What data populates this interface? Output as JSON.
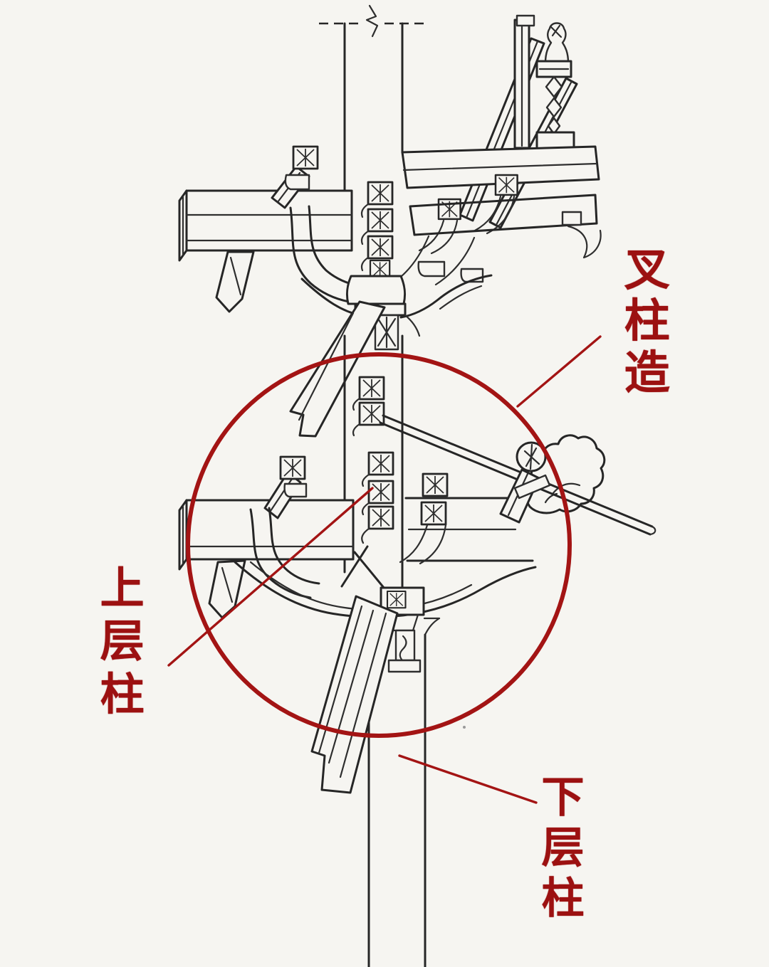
{
  "palette": {
    "background": "#f6f5f1",
    "ink": "#262626",
    "annotation_red": "#a31414",
    "label_red": "#9c1111"
  },
  "annotations": {
    "labels": [
      {
        "id": "cha-zhu-zao",
        "text": "叉柱造"
      },
      {
        "id": "shang-ceng-zhu",
        "text": "上层柱"
      },
      {
        "id": "xia-ceng-zhu",
        "text": "下层柱"
      }
    ]
  }
}
